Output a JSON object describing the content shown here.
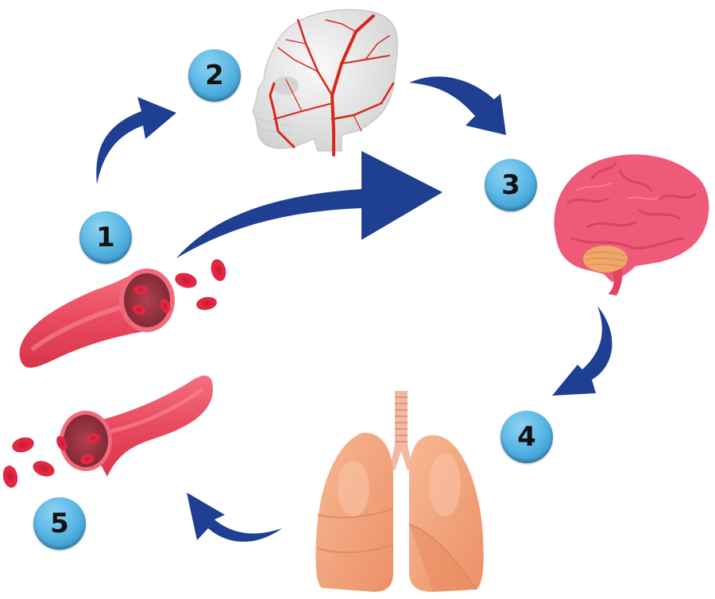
{
  "diagram": {
    "title": "",
    "colors": {
      "arrow": "#1f3f92",
      "badge": "#5cb8e6",
      "badge_text": "#111111",
      "vessel": "#e84a5f",
      "vessel_inner": "#8a2a35",
      "blood_cell": "#e0253f",
      "skull": "#e6e6e6",
      "artery": "#d9261c",
      "brain": "#ef5a78",
      "cerebellum": "#efa76a",
      "lungs": "#f2a27a",
      "trachea": "#f0b9a0"
    },
    "steps": [
      {
        "number": "1",
        "label": "blood-vessel-outflow"
      },
      {
        "number": "2",
        "label": "skull-arteries"
      },
      {
        "number": "3",
        "label": "brain"
      },
      {
        "number": "4",
        "label": "lungs"
      },
      {
        "number": "5",
        "label": "blood-vessel-return"
      }
    ],
    "illustrations": [
      "blood-vessel",
      "skull-with-arteries",
      "brain",
      "lungs",
      "blood-vessel"
    ],
    "arrows": [
      {
        "from": "1",
        "to": "2"
      },
      {
        "from": "1",
        "to": "3"
      },
      {
        "from": "2",
        "to": "3"
      },
      {
        "from": "3",
        "to": "4"
      },
      {
        "from": "4",
        "to": "5"
      }
    ]
  }
}
